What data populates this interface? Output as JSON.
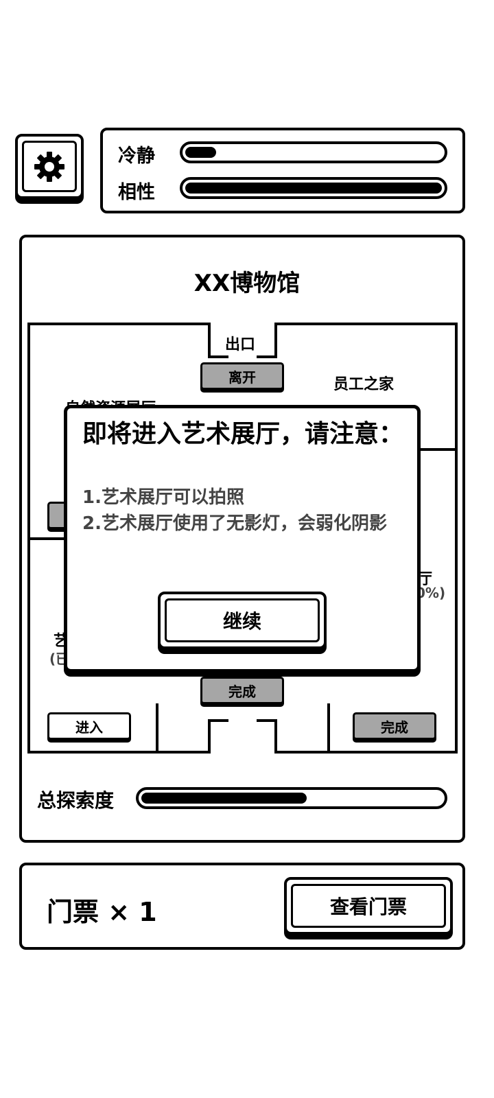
{
  "stats": {
    "calm_label": "冷静",
    "calm_level": 0.12,
    "affinity_label": "相性",
    "affinity_level": 1.0
  },
  "map": {
    "title": "XX博物馆",
    "exit_label": "出口",
    "leave_button": "离开",
    "staff_room_label": "员工之家",
    "natural_hall_label": "自然资源展厅",
    "right_hall_partial": "厅",
    "right_hall_progress_partial": "0%)",
    "left_hall_partial": "艺",
    "left_hall_progress_partial": "(已",
    "bottom_center_button": "完成",
    "bottom_left_button": "进入",
    "bottom_right_button": "完成"
  },
  "modal": {
    "title": "即将进入艺术展厅，请注意：",
    "rule1": "1.艺术展厅可以拍照",
    "rule2": "2.艺术展厅使用了无影灯，会弱化阴影",
    "continue_button": "继续"
  },
  "explore": {
    "label": "总探索度",
    "level": 0.55
  },
  "ticket": {
    "text": "门票 × 1",
    "view_button": "查看门票"
  },
  "icons": {
    "settings": "gear-icon"
  }
}
